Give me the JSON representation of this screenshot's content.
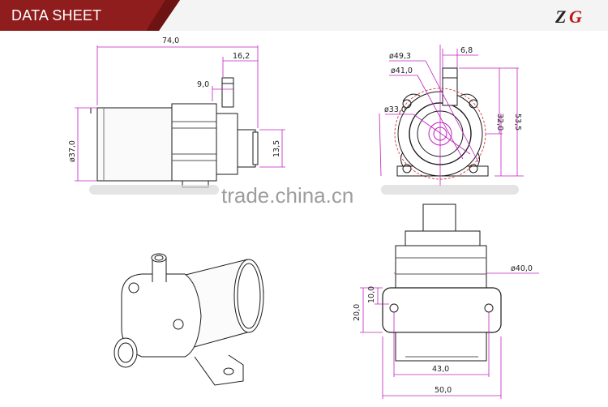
{
  "header": {
    "title": "DATA SHEET",
    "logo_text": "ZG"
  },
  "colors": {
    "header_red": "#8f1d1d",
    "dimension": "#c020c0",
    "outline": "#1a1a1a",
    "logo_red": "#c0161b"
  },
  "watermark": "trade.china.cn",
  "side_view": {
    "overall_length": "74,0",
    "outlet_offset": "16,2",
    "outlet_width": "9,0",
    "body_diameter": "ø37,0",
    "inlet_diameter": "13,5"
  },
  "front_view": {
    "outlet_width": "6,8",
    "flange_diameter": "ø49,3",
    "body_diameter": "ø41,0",
    "inlet_diameter": "ø33,0",
    "outlet_height": "32,0",
    "overall_height": "53,5"
  },
  "bottom_view": {
    "housing_diameter": "ø40,0",
    "base_inner": "10,0",
    "base_height": "20,0",
    "hole_spacing": "43,0",
    "base_width": "50,0"
  }
}
